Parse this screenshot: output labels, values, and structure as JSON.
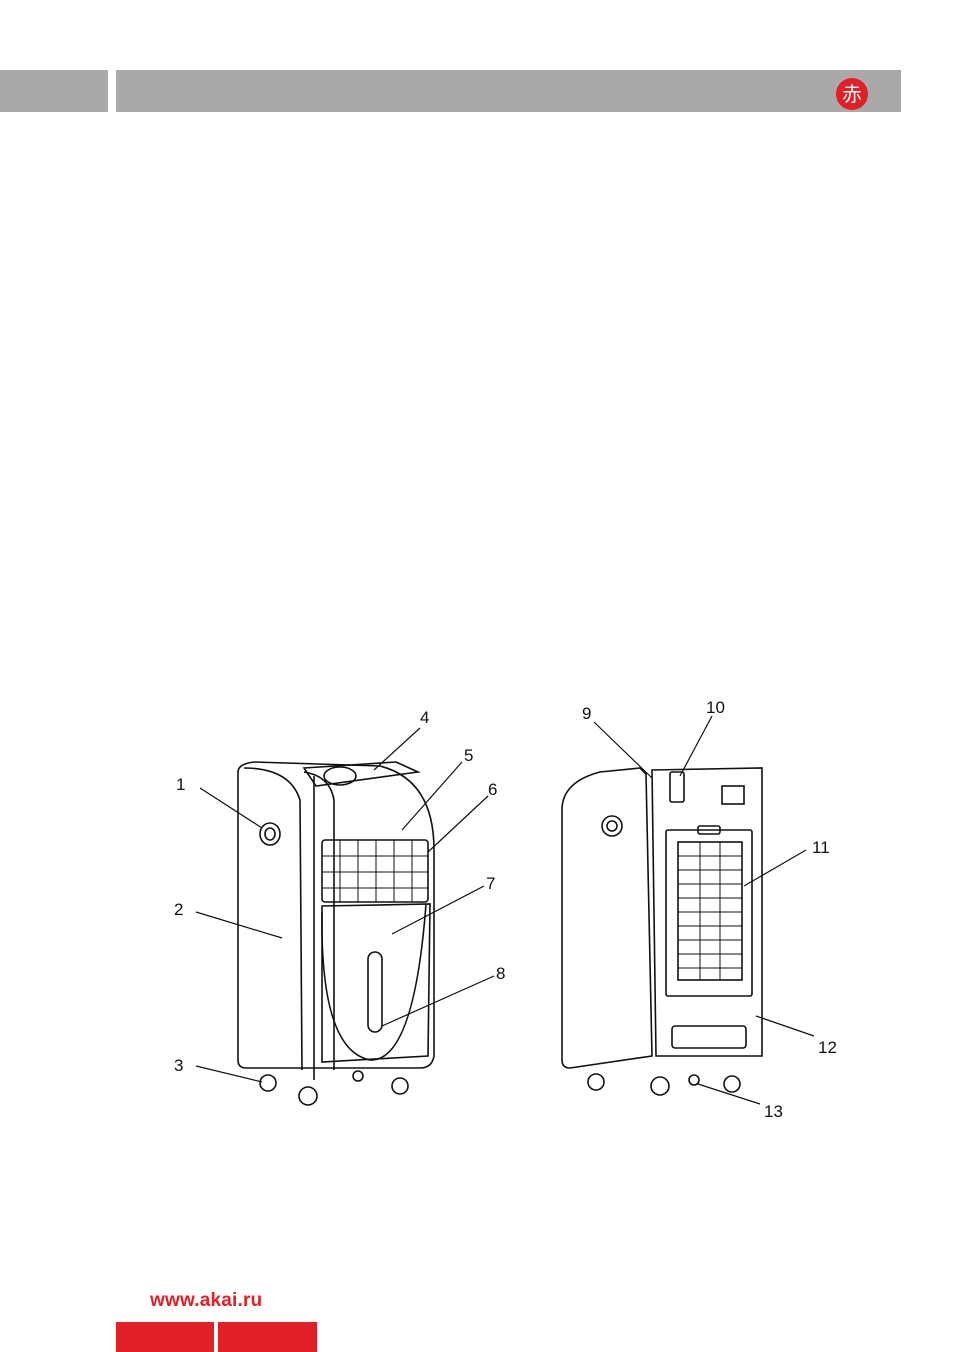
{
  "header": {
    "logo_glyph": "赤",
    "bar_color": "#a9a9a9",
    "accent": "#e21f26"
  },
  "figure": {
    "callouts": [
      "1",
      "2",
      "3",
      "4",
      "5",
      "6",
      "7",
      "8",
      "9",
      "10",
      "11",
      "12",
      "13"
    ]
  },
  "footer": {
    "url": "www.akai.ru"
  }
}
